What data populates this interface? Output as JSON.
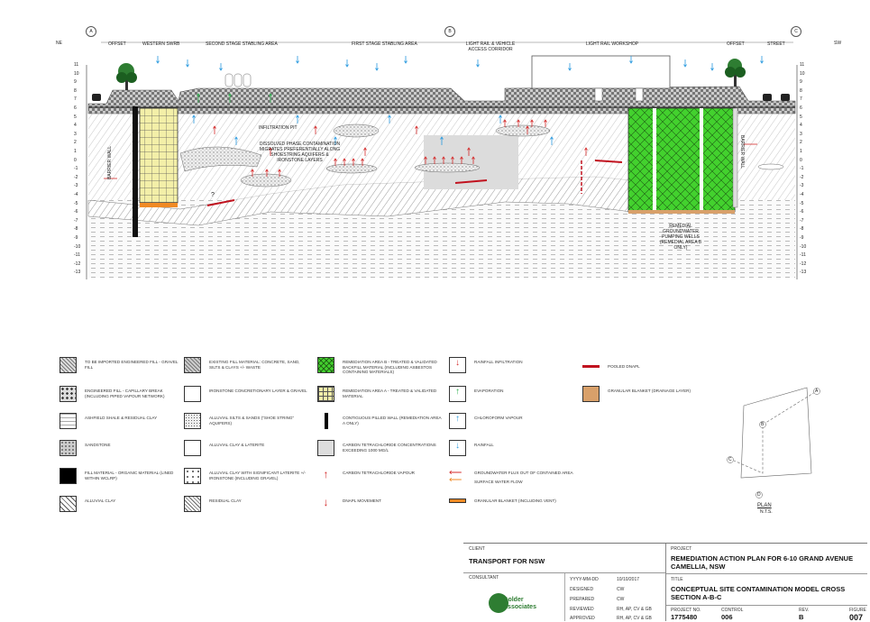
{
  "section": {
    "markers": [
      "A",
      "B",
      "C"
    ],
    "end_left": "NE",
    "end_right": "SW",
    "zones": [
      "OFFSET",
      "WESTERN SWRB",
      "SECOND STAGE STABLING AREA",
      "FIRST STAGE STABLING AREA",
      "LIGHT RAIL & VEHICLE ACCESS CORRIDOR",
      "LIGHT RAIL WORKSHOP",
      "OFFSET",
      "STREET"
    ],
    "elev_left": [
      "11",
      "10",
      "9",
      "8",
      "7",
      "6",
      "5",
      "4",
      "3",
      "2",
      "1",
      "0",
      "-1",
      "-2",
      "-3",
      "-4",
      "-5",
      "-6",
      "-7",
      "-8",
      "-9",
      "-10",
      "-11",
      "-12",
      "-13"
    ],
    "elev_right": [
      "11",
      "10",
      "9",
      "8",
      "7",
      "6",
      "5",
      "4",
      "3",
      "2",
      "1",
      "0",
      "-1",
      "-2",
      "-3",
      "-4",
      "-5",
      "-6",
      "-7",
      "-8",
      "-9",
      "-10",
      "-11",
      "-12",
      "-13"
    ],
    "labels": {
      "infiltration_pit": "INFILTRATION PIT",
      "dissolved": "DISSOLVED PHASE CONTAMINATION MIGRATES PREFERENTIALLY ALONG SHOESTRING AQUIFERS & IRONSTONE LAYERS",
      "remedial_wells": "REMEDIAL GROUNDWATER PUMPING WELLS (REMEDIAL AREA B ONLY)",
      "barrier_left": "BARRIER WALL",
      "barrier_right": "BARRIER WALL",
      "question": "?"
    }
  },
  "legend": [
    {
      "label": "TO BE IMPORTED ENGINEERED FILL - GRAVEL FILL"
    },
    {
      "label": "ENGINEERED FILL - CAPILLARY BREAK (INCLUDING PIPED VAPOUR NETWORK)"
    },
    {
      "label": "ASHFIELD SHALE & RESIDUAL CLAY"
    },
    {
      "label": "SANDSTONE"
    },
    {
      "label": "FILL MATERIAL - ORGANIC MATERIAL (LINED WITHIN WCLRP)"
    },
    {
      "label": "ALLUVIAL CLAY"
    },
    {
      "label": "EXISTING FILL MATERIAL: CONCRETE, SAND, SILTS & CLAYS +/- WASTE"
    },
    {
      "label": "IRONSTONE CONCRETIONARY LAYER & GRAVEL"
    },
    {
      "label": "ALLUVIAL SILTS & SANDS (\"SHOE STRING\" AQUIFERS)"
    },
    {
      "label": "ALLUVIAL CLAY & LATERITE"
    },
    {
      "label": "ALLUVIAL CLAY WITH SIGNIFICANT LATERITE +/- IRONSTONE (INCLUDING GRAVEL)"
    },
    {
      "label": "RESIDUAL CLAY"
    },
    {
      "label": "REMEDIATION AREA B - TREATED & VALIDATED BACKFILL MATERIAL (INCLUDING ASBESTOS CONTAINING MATERIALS)"
    },
    {
      "label": "REMEDIATION AREA A - TREATED & VALIDATED MATERIAL"
    },
    {
      "label": "CONTIGUOUS PILLED WALL (REMEDIATION AREA A ONLY)"
    },
    {
      "label": "CARBON TETRACHLORIDE CONCENTRATIONS EXCEEDING 1000 mg/L"
    },
    {
      "label": "CARBON TETRACHLORIDE VAPOUR"
    },
    {
      "label": "DNAPL MOVEMENT"
    },
    {
      "label": "RAINFALL INFILTRATION"
    },
    {
      "label": "EVAPORATION"
    },
    {
      "label": "CHLOROFORM VAPOUR"
    },
    {
      "label": "RAINFALL"
    },
    {
      "label": "GROUNDWATER FLUX OUT OF CONTAINED AREA"
    },
    {
      "label": "SURFACE WATER FLOW"
    },
    {
      "label": "GRANULAR BLANKET (INCLUDING VENT)"
    },
    {
      "label": "POOLED DNAPL"
    },
    {
      "label": "GRANULAR BLANKET (DRAINAGE LAYER)"
    }
  ],
  "plan": {
    "title": "PLAN",
    "scale": "N.T.S.",
    "points": [
      "A",
      "B",
      "C",
      "D"
    ]
  },
  "title_block": {
    "client_label": "CLIENT",
    "client": "TRANSPORT FOR NSW",
    "consultant_label": "CONSULTANT",
    "logo_text": "Golder Associates",
    "date_label": "YYYY-MM-DD",
    "date": "10/10/2017",
    "designed_label": "DESIGNED",
    "designed": "CW",
    "prepared_label": "PREPARED",
    "prepared": "CW",
    "reviewed_label": "REVIEWED",
    "reviewed": "RH, AP, CV & GB",
    "approved_label": "APPROVED",
    "approved": "RH, AP, CV & GB",
    "project_label": "PROJECT",
    "project": "REMEDIATION ACTION PLAN FOR 6-10 GRAND AVENUE CAMELLIA, NSW",
    "title_label": "TITLE",
    "title": "CONCEPTUAL SITE CONTAMINATION MODEL CROSS SECTION A-B-C",
    "project_no_label": "PROJECT NO.",
    "project_no": "1775480",
    "control_label": "CONTROL",
    "control": "006",
    "rev_label": "REV.",
    "rev": "B",
    "figure_label": "FIGURE",
    "figure": "007"
  },
  "colors": {
    "green": "#43d12e",
    "yellow": "#f3efa8",
    "orange": "#f08a24",
    "red": "#d42a2a",
    "blue": "#2a9adf",
    "tan": "#d8a06a"
  }
}
